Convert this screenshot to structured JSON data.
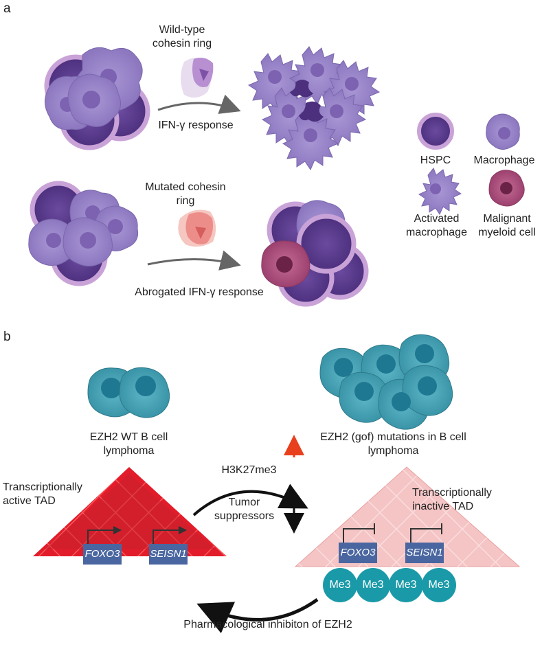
{
  "panel_a": {
    "label": "a",
    "wildtype_caption": "Wild-type cohesin ring",
    "wildtype_response": "IFN-γ response",
    "mutated_caption": "Mutated cohesin ring",
    "mutated_response": "Abrogated IFN-γ response",
    "legend": {
      "hspc": "HSPC",
      "macrophage": "Macrophage",
      "activated_macrophage": "Activated macrophage",
      "malignant_myeloid": "Malignant myeloid cell"
    }
  },
  "panel_b": {
    "label": "b",
    "wt_caption": "EZH2 WT B cell lymphoma",
    "gof_caption": "EZH2 (gof) mutations in B cell lymphoma",
    "active_tad": "Transcriptionally active TAD",
    "inactive_tad": "Transcriptionally inactive TAD",
    "mark": "H3K27me3",
    "tumor_suppressors": "Tumor suppressors",
    "inhibition": "Pharmacological inhibiton of EZH2",
    "genes": [
      "FOXO3",
      "SEISN1"
    ],
    "methyl_label": "Me3"
  },
  "colors": {
    "hspc_fill": "#5b3b8f",
    "hspc_ring": "#c9a3d8",
    "macrophage": "#9b86c9",
    "malignant": "#b0527f",
    "b_cell": "#4aa5b8",
    "active_tad": "#e21c2a",
    "inactive_tad": "#f5c4c4",
    "methyl": "#1a9aa8",
    "arrow_up": "#e8401c"
  }
}
